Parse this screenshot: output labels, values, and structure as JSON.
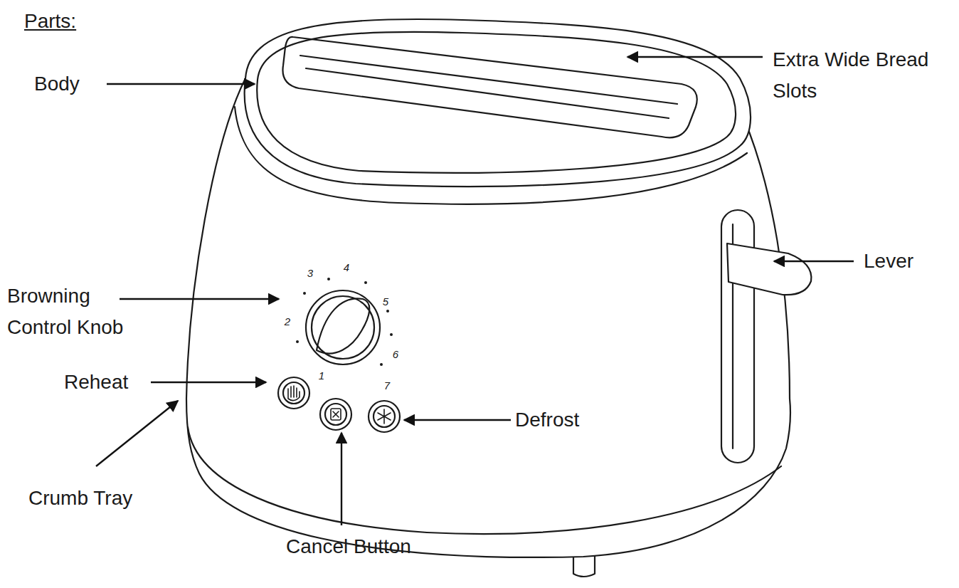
{
  "diagram": {
    "title": "Parts:",
    "labels": [
      "Body",
      "Extra Wide Bread Slots",
      "Lever",
      "Browning Control Knob",
      "Reheat",
      "Crumb Tray",
      "Cancel Button",
      "Defrost",
      "1",
      "2",
      "3",
      "4",
      "5",
      "6",
      "7"
    ]
  }
}
